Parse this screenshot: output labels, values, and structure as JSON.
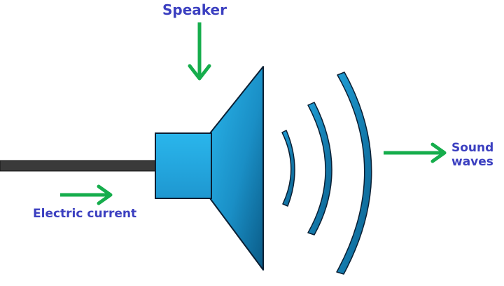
{
  "labels": {
    "speaker": "Speaker",
    "electric_current": "Electric current",
    "sound_waves_line1": "Sound",
    "sound_waves_line2": "waves"
  },
  "colors": {
    "label_text": "#3b3fc0",
    "arrow": "#16ad4c",
    "speaker_light": "#2ab6ec",
    "speaker_dark": "#0a5a86",
    "outline": "#0b1f33",
    "wire": "#3a3a3a"
  },
  "icons": {
    "speaker": "speaker-icon",
    "wire": "wire",
    "arrow": "arrow-icon",
    "wave": "sound-wave-arc"
  }
}
